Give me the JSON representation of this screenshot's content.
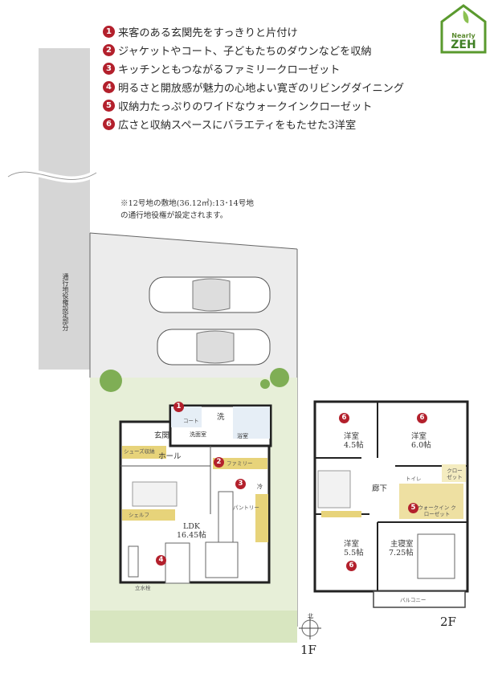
{
  "features": [
    {
      "num": "1",
      "text": "来客のある玄関先をすっきりと片付け"
    },
    {
      "num": "2",
      "text": "ジャケットやコート、子どもたちのダウンなどを収納"
    },
    {
      "num": "3",
      "text": "キッチンともつながるファミリークローゼット"
    },
    {
      "num": "4",
      "text": "明るさと開放感が魅力の心地よい寛ぎのリビングダイニング"
    },
    {
      "num": "5",
      "text": "収納力たっぷりのワイドなウォークインクローゼット"
    },
    {
      "num": "6",
      "text": "広さと収納スペースにバラエティをもたせた3洋室"
    }
  ],
  "note": [
    "※12号地の敷地(36.12㎡):13･14号地",
    "の通行地役権が設定されます。"
  ],
  "badge": {
    "line1": "Nearly",
    "line2": "ZEH",
    "color": "#5a9a2e"
  },
  "easement_label": "通行地役権設定部分",
  "floor1": {
    "label": "1F",
    "rooms": {
      "entrance": "玄関",
      "hall": "ホール",
      "washroom": "洗面室",
      "wash": "洗",
      "bath_area": "浴室",
      "ldk": "LDK",
      "ldk_size": "16.45帖",
      "fridge": "冷",
      "family_closet": "ファミリー",
      "shoe_storage": "シューズ収納",
      "pantry": "パントリー",
      "shelf": "シェルフ",
      "coat": "コート",
      "stand": "立水栓"
    },
    "pins": [
      "1",
      "2",
      "3",
      "4"
    ]
  },
  "floor2": {
    "label": "2F",
    "rooms": {
      "room_a": "洋室",
      "room_a_size": "4.5帖",
      "room_b": "洋室",
      "room_b_size": "6.0帖",
      "corridor": "廊下",
      "room_c": "洋室",
      "room_c_size": "5.5帖",
      "master": "主寝室",
      "master_size": "7.25帖",
      "balcony": "バルコニー",
      "wic": "ウォークイン クローゼット",
      "toilet": "トイレ",
      "closet": "クロー ゼット"
    },
    "pins": [
      "6",
      "6",
      "6",
      "5"
    ]
  },
  "compass": "北",
  "colors": {
    "accent": "#b3202c",
    "storage": "#e7d37a",
    "lawn": "#e3ecd2",
    "paving": "#e9e9e9",
    "easement": "#d9d9d9"
  }
}
